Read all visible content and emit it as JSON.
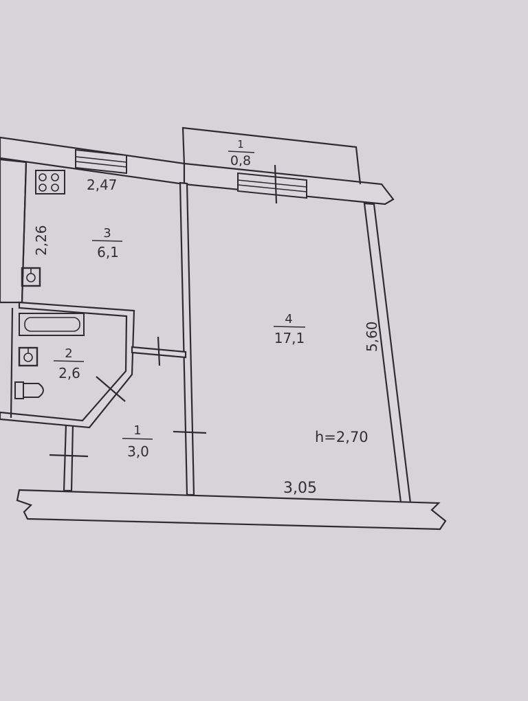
{
  "rooms": [
    {
      "number": "1",
      "area": "0,8"
    },
    {
      "number": "3",
      "area": "6,1"
    },
    {
      "number": "4",
      "area": "17,1"
    },
    {
      "number": "2",
      "area": "2,6"
    },
    {
      "number": "1",
      "area": "3,0"
    }
  ],
  "dimensions": {
    "kitchen_width": "2,47",
    "kitchen_depth": "2,26",
    "room_depth": "5,60",
    "room_width": "3,05",
    "ceiling_height": "h=2,70"
  },
  "icons": [
    "stove-icon",
    "sink-icon",
    "washbasin-icon",
    "bathtub-icon",
    "toilet-icon"
  ]
}
